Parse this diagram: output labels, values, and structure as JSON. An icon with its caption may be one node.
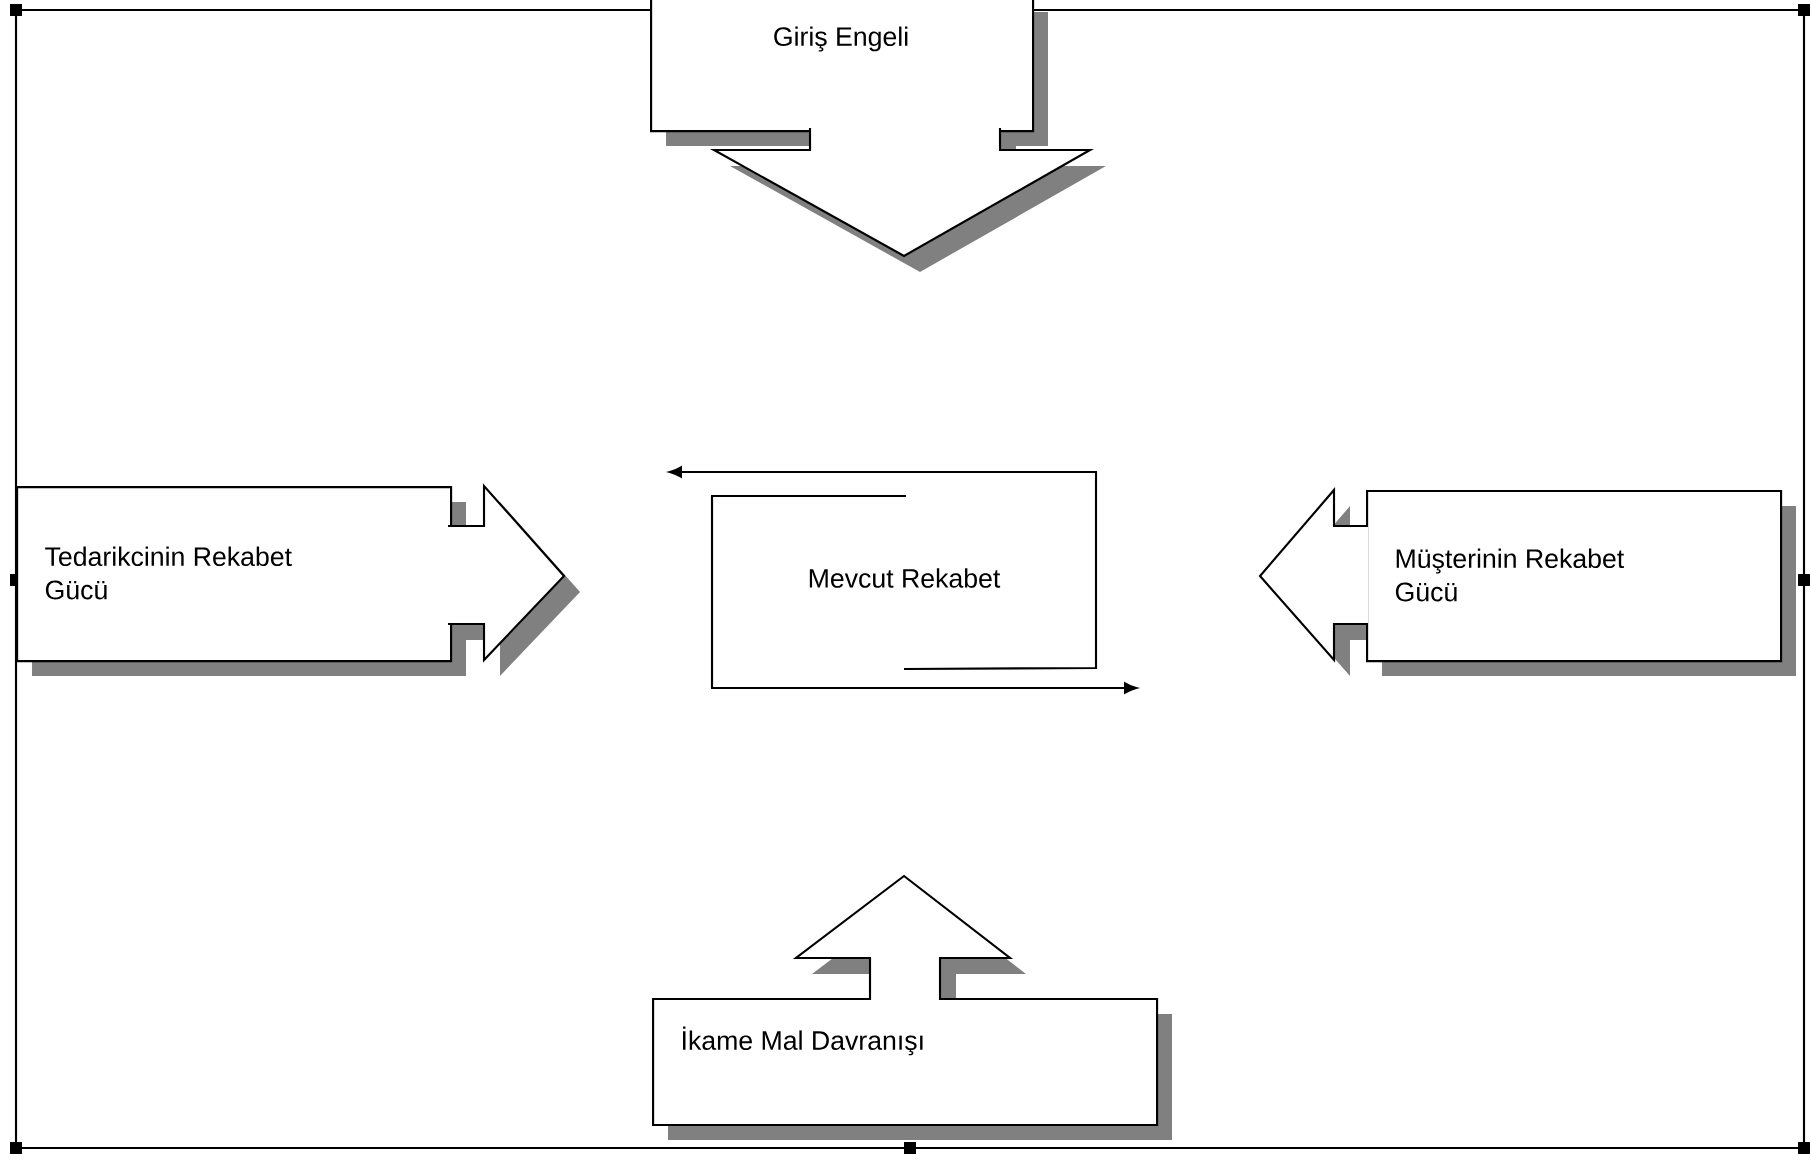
{
  "diagram": {
    "nodes": [
      {
        "text": [
          "Giriş Engeli"
        ]
      },
      {
        "text": [
          "Tedarikcinin Rekabet Gücü"
        ]
      },
      {
        "text": [
          "Mevcut Rekabet"
        ]
      },
      {
        "text": [
          "Müşterinin Rekabet Gücü"
        ]
      },
      {
        "text": [
          "İkame Mal Davranışı"
        ]
      }
    ],
    "edges": [
      {
        "from": 2,
        "to": null,
        "arrow": "to"
      },
      {
        "from": 2,
        "to": null,
        "arrow": "to"
      }
    ]
  }
}
